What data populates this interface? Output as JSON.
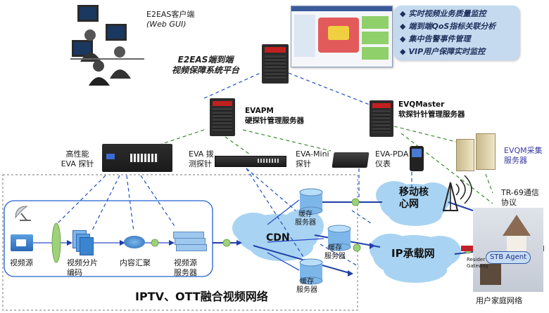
{
  "e2eas_client": {
    "line1": "E2EAS客户端",
    "line2": "(Web GUI)"
  },
  "e2eas_platform": {
    "line1": "E2EAS端到端",
    "line2": "视频保障系统平台"
  },
  "features": [
    "实时视频业务质量监控",
    "端到端QoS指标关联分析",
    "集中告警事件管理",
    "VIP用户保障实时监控"
  ],
  "evapm": {
    "name": "EVAPM",
    "desc": "硬探针管理服务器"
  },
  "evqmaster": {
    "name": "EVQMaster",
    "desc": "软探针针管理服务器"
  },
  "eva_probe": {
    "line1": "高性能",
    "line2": "EVA 探针"
  },
  "eva_dial": {
    "line1": "EVA 拨",
    "line2": "测探针"
  },
  "eva_mini": {
    "line1": "EVA-Mini",
    "line2": "探针"
  },
  "eva_pda": {
    "line1": "EVA-PDA",
    "line2": "仪表"
  },
  "evqm_collect": {
    "line1": "EVQM采集",
    "line2": "服务器"
  },
  "tr69": {
    "line1": "TR-69通信",
    "line2": "协议"
  },
  "stb_agent": "STB Agent",
  "gateway": {
    "line1": "Resider",
    "line2": "Gateway"
  },
  "home_network": "用户家庭网络",
  "mobile_core": {
    "line1": "移动核",
    "line2": "心网"
  },
  "cdn": "CDN",
  "ip_bearer": "IP承载网",
  "cache_server": {
    "line1": "缓存",
    "line2": "服务器"
  },
  "video_source": "视频源",
  "video_slice": {
    "line1": "视频分片",
    "line2": "编码"
  },
  "content_aggr": "内容汇聚",
  "video_source_server": {
    "line1": "视频源",
    "line2": "服务器"
  },
  "iptv_title": "IPTV、OTT融合视频网络",
  "colors": {
    "accent_blue": "#1f3fa8",
    "link_dashed": "#1f4fbf",
    "link_green": "#3a8c2e",
    "cloud_fill": "#a9d3f2",
    "feature_bg": "#c5d9ef"
  }
}
